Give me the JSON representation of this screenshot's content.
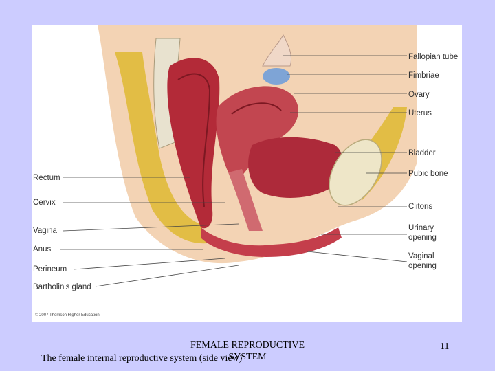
{
  "figure": {
    "labels_right": {
      "fallopian_tube": "Fallopian tube",
      "fimbriae": "Fimbriae",
      "ovary": "Ovary",
      "uterus": "Uterus",
      "bladder": "Bladder",
      "pubic_bone": "Pubic bone",
      "clitoris": "Clitoris",
      "urinary_opening": "Urinary opening",
      "vaginal_opening": "Vaginal opening"
    },
    "labels_left": {
      "rectum": "Rectum",
      "cervix": "Cervix",
      "vagina": "Vagina",
      "anus": "Anus",
      "perineum": "Perineum",
      "bartholins_gland": "Bartholin's gland"
    },
    "copyright": "© 2007 Thomson Higher Education"
  },
  "slide": {
    "title": "FEMALE REPRODUCTIVE SYSTEM",
    "caption": "The female internal reproductive system (side view)",
    "page_number": "11"
  },
  "colors": {
    "background": "#ccccff",
    "tissue_red": "#b5303a",
    "fat_yellow": "#e6c24a",
    "skin": "#f0c9a6"
  }
}
